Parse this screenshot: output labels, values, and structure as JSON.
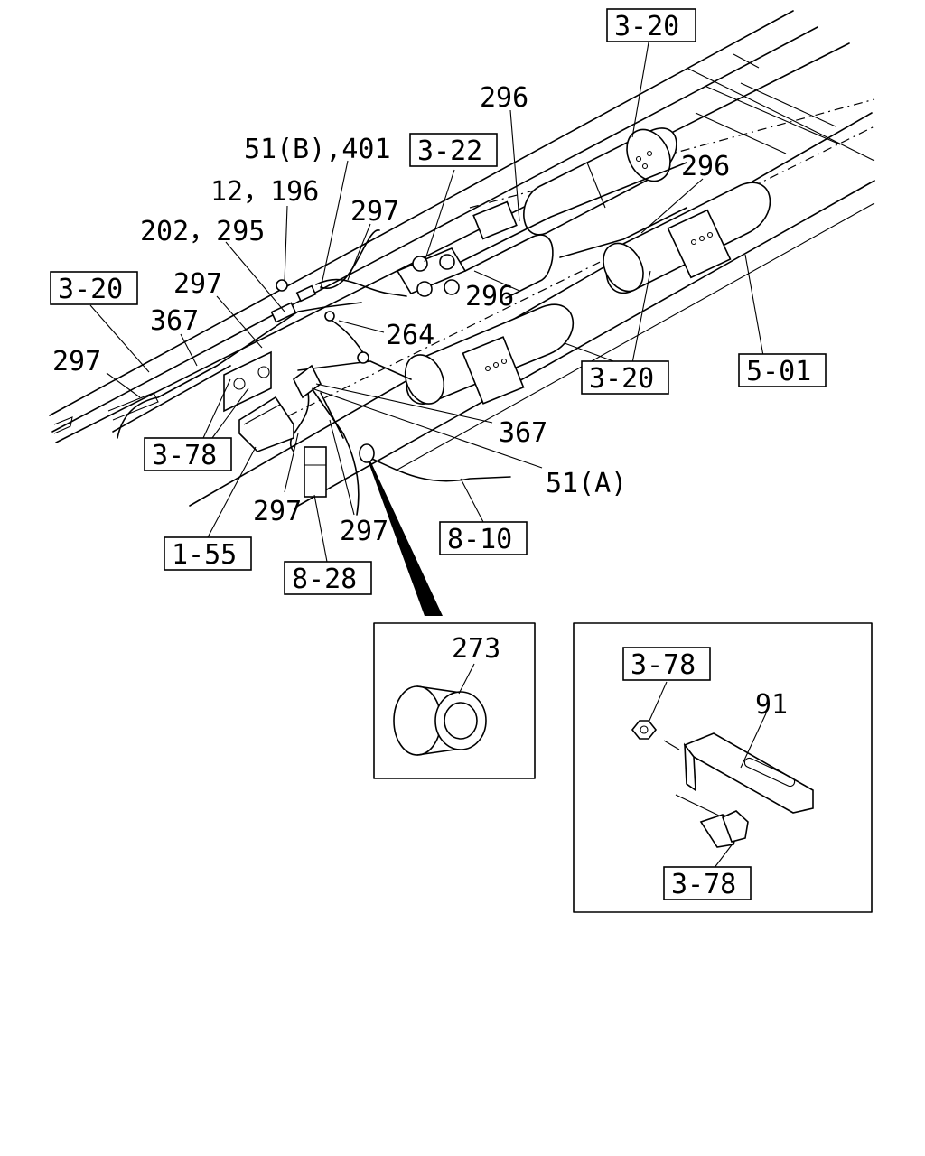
{
  "labels": {
    "l_296_top": "296",
    "l_51b_401": "51(B),401",
    "l_12_196": "12，196",
    "l_202_295": "202，295",
    "l_297_a": "297",
    "l_297_b": "297",
    "l_367_a": "367",
    "l_297_c": "297",
    "l_296_right": "296",
    "l_296_mid": "296",
    "l_264": "264",
    "l_367_b": "367",
    "l_51a": "51(A)",
    "l_297_d": "297",
    "l_297_e": "297",
    "l_273": "273",
    "l_91": "91"
  },
  "refs": {
    "r_3_20_top": "3-20",
    "r_3_22": "3-22",
    "r_3_20_left": "3-20",
    "r_5_01": "5-01",
    "r_3_20_mid": "3-20",
    "r_3_78_left": "3-78",
    "r_8_10": "8-10",
    "r_1_55": "1-55",
    "r_8_28": "8-28",
    "r_3_78_inset_top": "3-78",
    "r_3_78_inset_bottom": "3-78"
  }
}
